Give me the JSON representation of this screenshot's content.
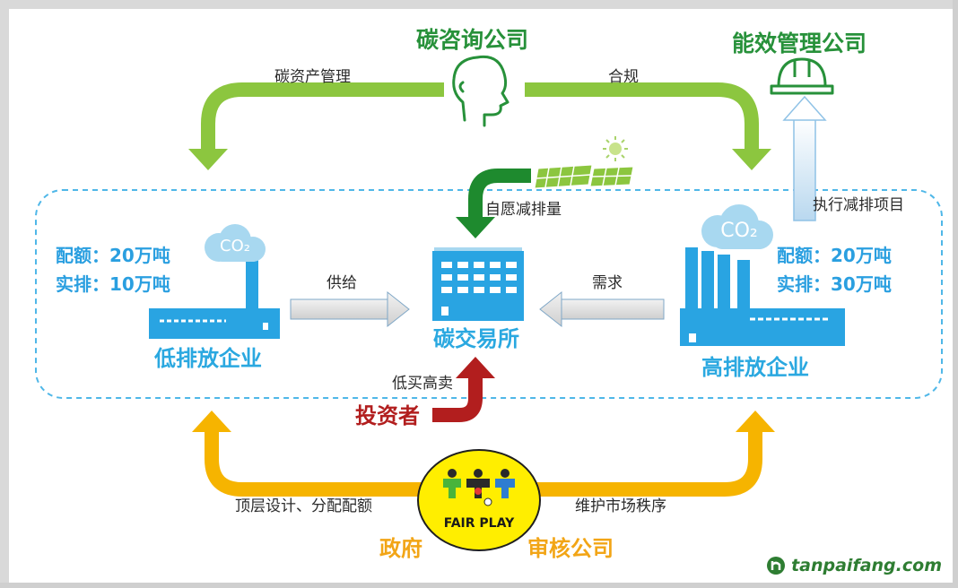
{
  "actors": {
    "carbon_consulting": "碳咨询公司",
    "energy_mgmt": "能效管理公司",
    "low_emission": "低排放企业",
    "exchange": "碳交易所",
    "high_emission": "高排放企业",
    "investor": "投资者",
    "government": "政府",
    "audit": "审核公司"
  },
  "flows": {
    "carbon_asset_mgmt": "碳资产管理",
    "compliance": "合规",
    "voluntary": "自愿减排量",
    "execute_projects": "执行减排项目",
    "supply": "供给",
    "demand": "需求",
    "buy_low_sell_high": "低买高卖",
    "top_design": "顶层设计、分配配额",
    "maintain_order": "维护市场秩序"
  },
  "low_emission_stats": {
    "quota": "配额：20万吨",
    "actual": "实排：10万吨"
  },
  "high_emission_stats": {
    "quota": "配额：20万吨",
    "actual": "实排：30万吨"
  },
  "co2_label": "CO₂",
  "fairplay": "FAIR PLAY",
  "watermark": "tanpaifang.com",
  "colors": {
    "green": "#27913a",
    "arrow_green": "#8cc63f",
    "blue": "#29a4e2",
    "red": "#b21e1e",
    "orange": "#f2a516",
    "yellow_oval": "#ffee00",
    "dashed_border": "#4fb7e8",
    "gray_arrow": "#d9d9d9"
  }
}
